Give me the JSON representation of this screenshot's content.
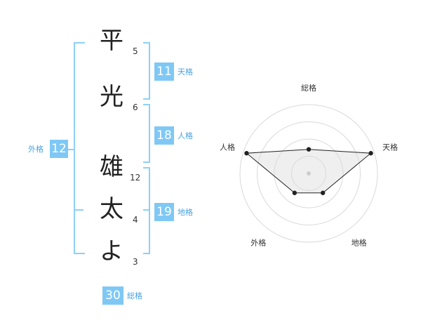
{
  "name_chars": [
    {
      "char": "平",
      "strokes": "5"
    },
    {
      "char": "光",
      "strokes": "6"
    },
    {
      "char": "雄",
      "strokes": "12"
    },
    {
      "char": "太",
      "strokes": "4"
    },
    {
      "char": "よ",
      "strokes": "3"
    }
  ],
  "fortunes": {
    "tenkaku": {
      "value": "11",
      "label": "天格"
    },
    "jinkaku": {
      "value": "18",
      "label": "人格"
    },
    "chikaku": {
      "value": "19",
      "label": "地格"
    },
    "gaikaku": {
      "value": "12",
      "label": "外格"
    },
    "soukaku": {
      "value": "30",
      "label": "総格"
    }
  },
  "colors": {
    "accent": "#7fc8f5",
    "bracket": "#8fd0f6",
    "label": "#4aa3df"
  },
  "chart_data": {
    "type": "radar",
    "axes": [
      "総格",
      "天格",
      "地格",
      "外格",
      "人格"
    ],
    "values": [
      0.35,
      0.95,
      0.35,
      0.35,
      0.95
    ],
    "rings": 4,
    "max": 1
  }
}
